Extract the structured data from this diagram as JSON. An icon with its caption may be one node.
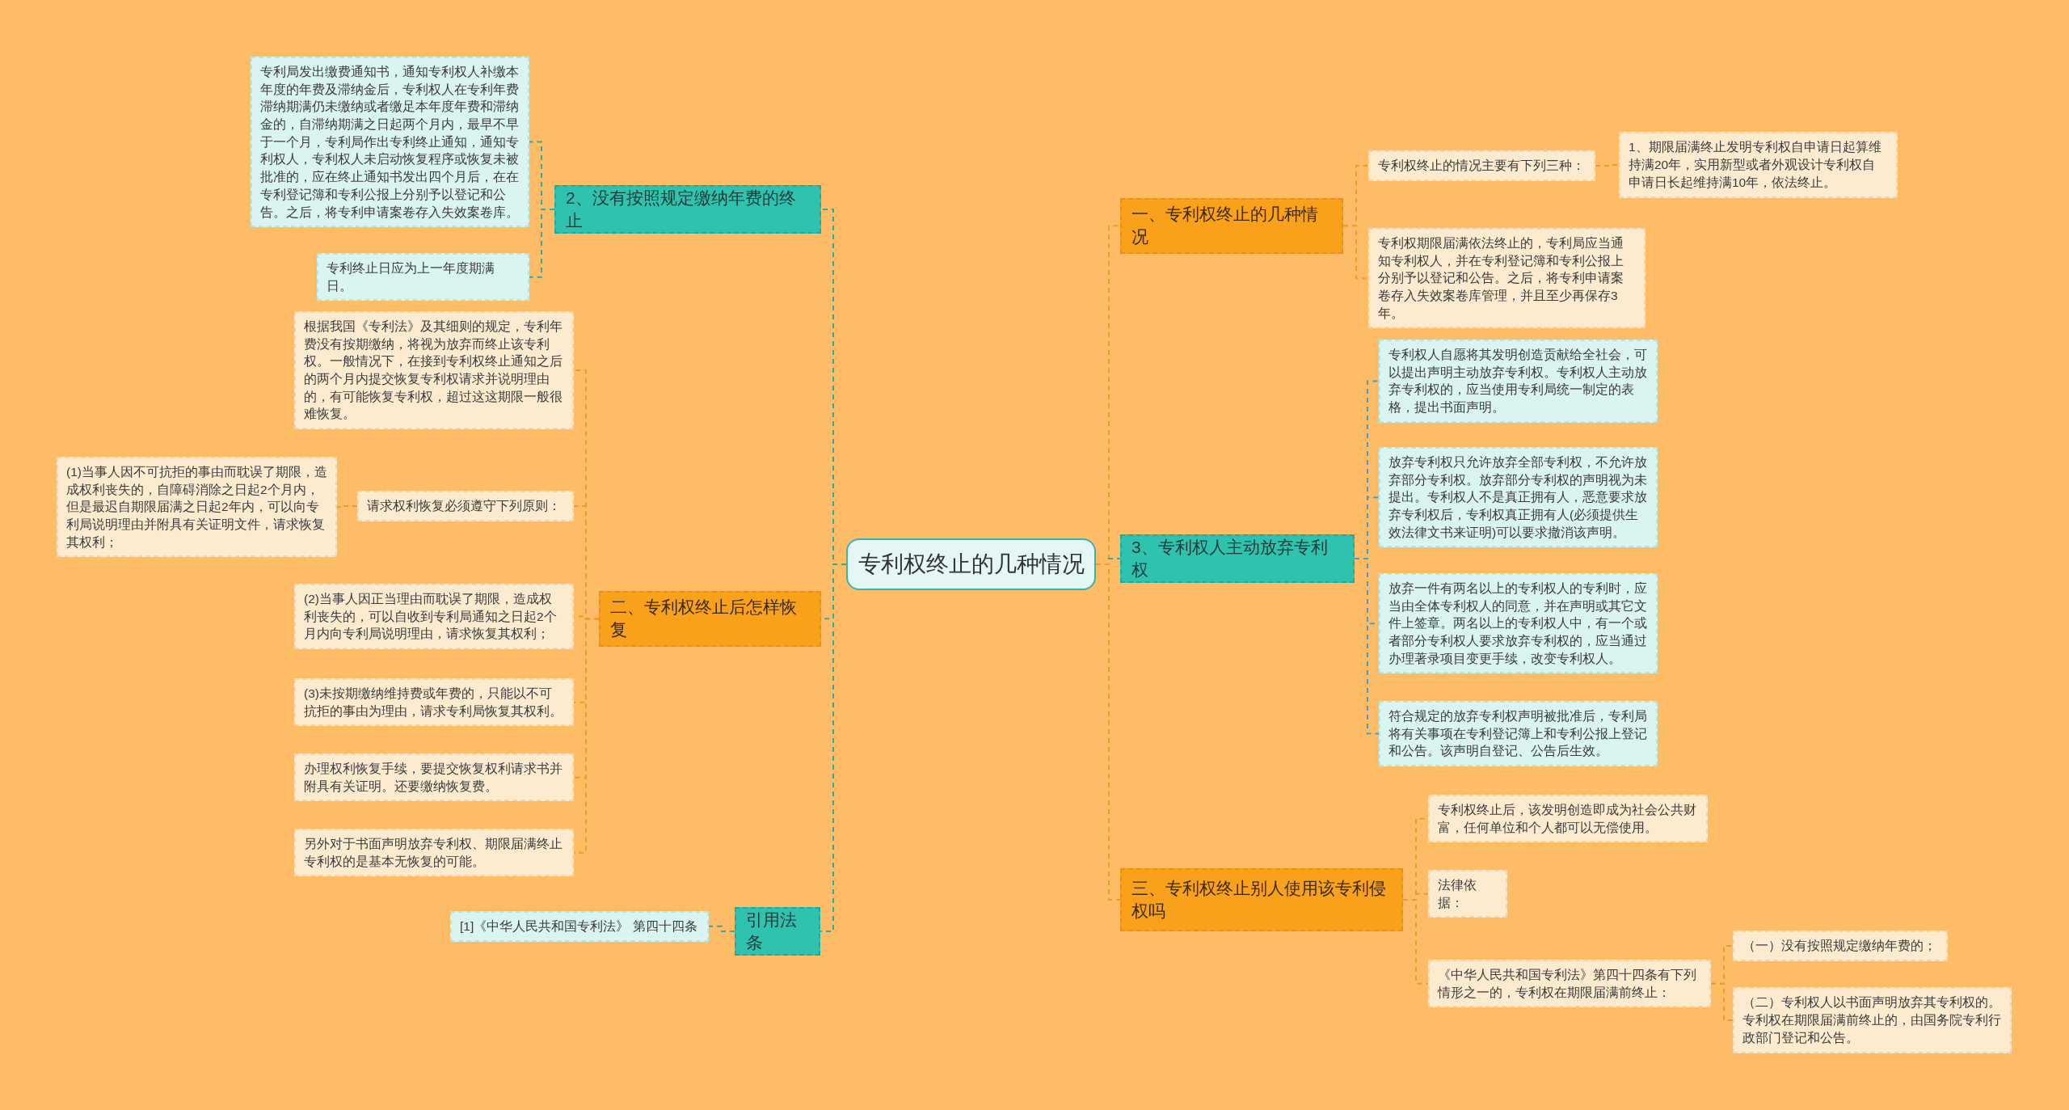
{
  "diagram": {
    "nodes": [
      {
        "text": [
          "专利权终止的几种情况"
        ]
      },
      {
        "text": [
          "2、没有按照规定缴纳年费的终止"
        ]
      },
      {
        "text": [
          "专利局发出缴费通知书，通知专利权人补缴本年度的年费及滞纳金后，专利权人在专利年费滞纳期满仍未缴纳或者缴足本年度年费和滞纳金的，自滞纳期满之日起两个月内，最早不早于一个月，专利局作出专利终止通知，通知专利权人，专利权人未启动恢复程序或恢复未被批准的，应在终止通知书发出四个月后，在在专利登记簿和专利公报上分别予以登记和公告。之后，将专利申请案卷存入失效案卷库。"
        ]
      },
      {
        "text": [
          "专利终止日应为上一年度期满日。"
        ]
      },
      {
        "text": [
          "二、专利权终止后怎样恢复"
        ]
      },
      {
        "text": [
          "根据我国《专利法》及其细则的规定，专利年费没有按期缴纳，将视为放弃而终止该专利权。一般情况下，在接到专利权终止通知之后的两个月内提交恢复专利权请求并说明理由的，有可能恢复专利权，超过这这期限一般很难恢复。"
        ]
      },
      {
        "text": [
          "请求权利恢复必须遵守下列原则："
        ]
      },
      {
        "text": [
          "(1)当事人因不可抗拒的事由而耽误了期限，造成权利丧失的，自障碍消除之日起2个月内，但是最迟自期限届满之日起2年内，可以向专利局说明理由并附具有关证明文件，请求恢复其权利；"
        ]
      },
      {
        "text": [
          "(2)当事人因正当理由而耽误了期限，造成权利丧失的，可以自收到专利局通知之日起2个月内向专利局说明理由，请求恢复其权利；"
        ]
      },
      {
        "text": [
          "(3)未按期缴纳维持费或年费的，只能以不可抗拒的事由为理由，请求专利局恢复其权利。"
        ]
      },
      {
        "text": [
          "办理权利恢复手续，要提交恢复权利请求书并附具有关证明。还要缴纳恢复费。"
        ]
      },
      {
        "text": [
          "另外对于书面声明放弃专利权、期限届满终止专利权的是基本无恢复的可能。"
        ]
      },
      {
        "text": [
          "引用法条"
        ]
      },
      {
        "text": [
          "[1]《中华人民共和国专利法》 第四十四条"
        ]
      },
      {
        "text": [
          "一、专利权终止的几种情况"
        ]
      },
      {
        "text": [
          "专利权终止的情况主要有下列三种："
        ]
      },
      {
        "text": [
          "1、期限届满终止发明专利权自申请日起算维持满20年，实用新型或者外观设计专利权自申请日长起维持满10年，依法终止。"
        ]
      },
      {
        "text": [
          "专利权期限届满依法终止的，专利局应当通知专利权人，并在专利登记簿和专利公报上分别予以登记和公告。之后，将专利申请案卷存入失效案卷库管理，并且至少再保存3年。"
        ]
      },
      {
        "text": [
          "3、专利权人主动放弃专利权"
        ]
      },
      {
        "text": [
          "专利权人自愿将其发明创造贡献给全社会，可以提出声明主动放弃专利权。专利权人主动放弃专利权的，应当使用专利局统一制定的表格，提出书面声明。"
        ]
      },
      {
        "text": [
          "放弃专利权只允许放弃全部专利权，不允许放弃部分专利权。放弃部分专利权的声明视为未提出。专利权人不是真正拥有人，恶意要求放弃专利权后，专利权真正拥有人(必须提供生效法律文书来证明)可以要求撤消该声明。"
        ]
      },
      {
        "text": [
          "放弃一件有两名以上的专利权人的专利时，应当由全体专利权人的同意，并在声明或其它文件上签章。两名以上的专利权人中，有一个或者部分专利权人要求放弃专利权的，应当通过办理著录项目变更手续，改变专利权人。"
        ]
      },
      {
        "text": [
          "符合规定的放弃专利权声明被批准后，专利局将有关事项在专利登记簿上和专利公报上登记和公告。该声明自登记、公告后生效。"
        ]
      },
      {
        "text": [
          "三、专利权终止别人使用该专利侵权吗"
        ]
      },
      {
        "text": [
          "专利权终止后，该发明创造即成为社会公共财富，任何单位和个人都可以无偿使用。"
        ]
      },
      {
        "text": [
          "法律依据："
        ]
      },
      {
        "text": [
          "《中华人民共和国专利法》第四十四条有下列情形之一的，专利权在期限届满前终止："
        ]
      },
      {
        "text": [
          "（一）没有按照规定缴纳年费的；"
        ]
      },
      {
        "text": [
          "（二）专利权人以书面声明放弃其专利权的。专利权在期限届满前终止的，由国务院专利行政部门登记和公告。"
        ]
      }
    ],
    "edges": [
      {
        "from": 0,
        "to": 1,
        "arrow": "none",
        "style": "dashed",
        "color": "#3aa6a0"
      },
      {
        "from": 1,
        "to": 2,
        "arrow": "none",
        "style": "dashed",
        "color": "#3aa6a0"
      },
      {
        "from": 1,
        "to": 3,
        "arrow": "none",
        "style": "dashed",
        "color": "#3aa6a0"
      },
      {
        "from": 0,
        "to": 4,
        "arrow": "none",
        "style": "dashed",
        "color": "#3aa6a0"
      },
      {
        "from": 4,
        "to": 5,
        "arrow": "none",
        "style": "dashed"
      },
      {
        "from": 4,
        "to": 6,
        "arrow": "none",
        "style": "dashed"
      },
      {
        "from": 6,
        "to": 7,
        "arrow": "none",
        "style": "dashed"
      },
      {
        "from": 4,
        "to": 8,
        "arrow": "none",
        "style": "dashed"
      },
      {
        "from": 4,
        "to": 9,
        "arrow": "none",
        "style": "dashed"
      },
      {
        "from": 4,
        "to": 10,
        "arrow": "none",
        "style": "dashed"
      },
      {
        "from": 4,
        "to": 11,
        "arrow": "none",
        "style": "dashed"
      },
      {
        "from": 0,
        "to": 12,
        "arrow": "none",
        "style": "dashed",
        "color": "#3aa6a0"
      },
      {
        "from": 12,
        "to": 13,
        "arrow": "none",
        "style": "dashed",
        "color": "#3aa6a0"
      },
      {
        "from": 0,
        "to": 14,
        "arrow": "none",
        "style": "dashed"
      },
      {
        "from": 14,
        "to": 15,
        "arrow": "none",
        "style": "dashed"
      },
      {
        "from": 15,
        "to": 16,
        "arrow": "none",
        "style": "dashed"
      },
      {
        "from": 14,
        "to": 17,
        "arrow": "none",
        "style": "dashed"
      },
      {
        "from": 0,
        "to": 18,
        "arrow": "none",
        "style": "dashed",
        "color": "#3aa6a0"
      },
      {
        "from": 18,
        "to": 19,
        "arrow": "none",
        "style": "dashed",
        "color": "#4a9ccc"
      },
      {
        "from": 18,
        "to": 20,
        "arrow": "none",
        "style": "dashed",
        "color": "#4a9ccc"
      },
      {
        "from": 18,
        "to": 21,
        "arrow": "none",
        "style": "dashed",
        "color": "#4a9ccc"
      },
      {
        "from": 18,
        "to": 22,
        "arrow": "none",
        "style": "dashed",
        "color": "#4a9ccc"
      },
      {
        "from": 0,
        "to": 23,
        "arrow": "none",
        "style": "dashed"
      },
      {
        "from": 23,
        "to": 24,
        "arrow": "none",
        "style": "dashed"
      },
      {
        "from": 23,
        "to": 25,
        "arrow": "none",
        "style": "dashed"
      },
      {
        "from": 23,
        "to": 26,
        "arrow": "none",
        "style": "dashed"
      },
      {
        "from": 26,
        "to": 27,
        "arrow": "none",
        "style": "dashed"
      },
      {
        "from": 26,
        "to": 28,
        "arrow": "none",
        "style": "dashed"
      }
    ]
  }
}
